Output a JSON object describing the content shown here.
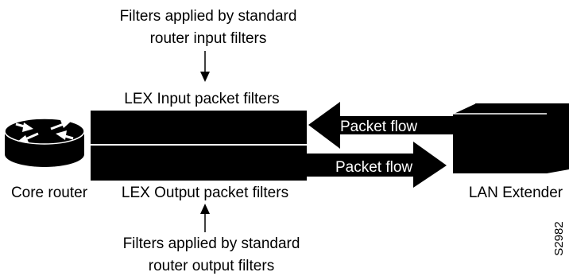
{
  "top_note": {
    "line1": "Filters applied by standard",
    "line2": "router input filters"
  },
  "input_filters_label": "LEX Input packet filters",
  "output_filters_label": "LEX Output packet filters",
  "inbound_flow_label": "Packet flow",
  "outbound_flow_label": "Packet flow",
  "core_router_label": "Core router",
  "lan_extender_label": "LAN Extender",
  "bottom_note": {
    "line1": "Filters applied by standard",
    "line2": "router output filters"
  },
  "figure_code": "S2982",
  "colors": {
    "foreground": "#000000",
    "background": "#ffffff"
  }
}
